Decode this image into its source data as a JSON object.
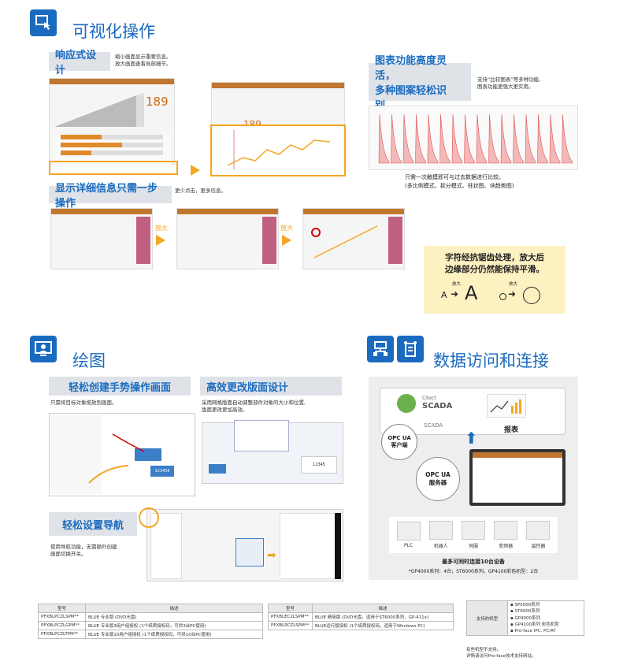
{
  "visual": {
    "title": "可视化操作",
    "responsive": {
      "heading": "响应式设计",
      "note1": "缩小画面显示重要信息。",
      "note2": "放大画面查看局部细节。",
      "big_number": "189",
      "small_number": "189"
    },
    "detail": {
      "heading": "显示详细信息只需一步操作",
      "note": "更少点击，更多信息。",
      "zoom1": "放大",
      "zoom2": "放大"
    },
    "chart": {
      "heading1": "图表功能高度灵活，",
      "heading2": "多种图案轻松识别。",
      "note1": "支持“比较图表”等多种功能,",
      "note2": "图表功能更强大更实用。",
      "caption1": "只需一次触摸即可与过去数据进行比较。",
      "caption2": "(多比例模式、拆分模式、柱状图、块趋势图)"
    },
    "antialias": {
      "line1": "字符经抗锯齿处理，放大后",
      "line2": "边缘部分仍然能保持平滑。",
      "zoom_a": "放大",
      "zoom_b": "放大",
      "small_a": "A",
      "big_a": "A"
    }
  },
  "drawing": {
    "title": "绘图",
    "gesture": {
      "heading": "轻松创建手势操作画面",
      "note": "只需将目标对象拖放到画面。",
      "value": "123456"
    },
    "layout": {
      "heading": "高效更改版面设计",
      "note1": "采用网格版面自动调整部件对象的大小和位置,",
      "note2": "版面更改更加高效。",
      "value": "12345"
    },
    "nav": {
      "heading": "轻松设置导航",
      "note1": "使用导航功能，无需额外创建",
      "note2": "画面切换开关。"
    }
  },
  "data_access": {
    "title": "数据访问和连接",
    "scada_brand": "Citect",
    "scada_name": "SCADA",
    "scada_label": "SCADA",
    "report": "报表",
    "opc_client": [
      "OPC UA",
      "客户端"
    ],
    "opc_server": [
      "OPC UA",
      "服务器"
    ],
    "devices": [
      "PLC",
      "机器人",
      "伺服",
      "变频器",
      "温控器"
    ],
    "max_connect": "最多可同时连接10台设备",
    "footnote": "*GP4000系列：4台；ST6000系列、GP4100彩色机型：2台"
  },
  "tables": {
    "t1": {
      "headers": [
        "型号",
        "描述"
      ],
      "rows": [
        [
          "PFXBLPCZLSPM**",
          "BLUE 专业版 (DVD光盘)"
        ],
        [
          "PFXBLPCZLGPM**",
          "BLUE 专业版3用户组授权 (1个纸质授权码，可供3台PC使用)"
        ],
        [
          "PFXBLPCZLTPM**",
          "BLUE 专业版10用户组授权 (1个纸质授权码，可供10台PC使用)"
        ]
      ]
    },
    "t2": {
      "headers": [
        "型号",
        "描述"
      ],
      "rows": [
        [
          "PFXBLEC2LSPM**",
          "BLUE 精简版 (DVD光盘，适用于ST6000系列、GP-411x)"
        ],
        [
          "PFXBLRCZLSPM**",
          "BLUE运行版授权 (1个纸质授权码，适用于Windows PC)"
        ]
      ]
    },
    "supported": {
      "label": "支持的机型",
      "items": [
        "SP5000系列",
        "ST6000系列",
        "GP4000系列",
        "GP4100系列 彩色机型",
        "Pro-face IPC, PC/AT"
      ]
    },
    "foot1": "有些机型不支持。",
    "foot2": "详情请访问Pro-face技术支持网站。"
  }
}
